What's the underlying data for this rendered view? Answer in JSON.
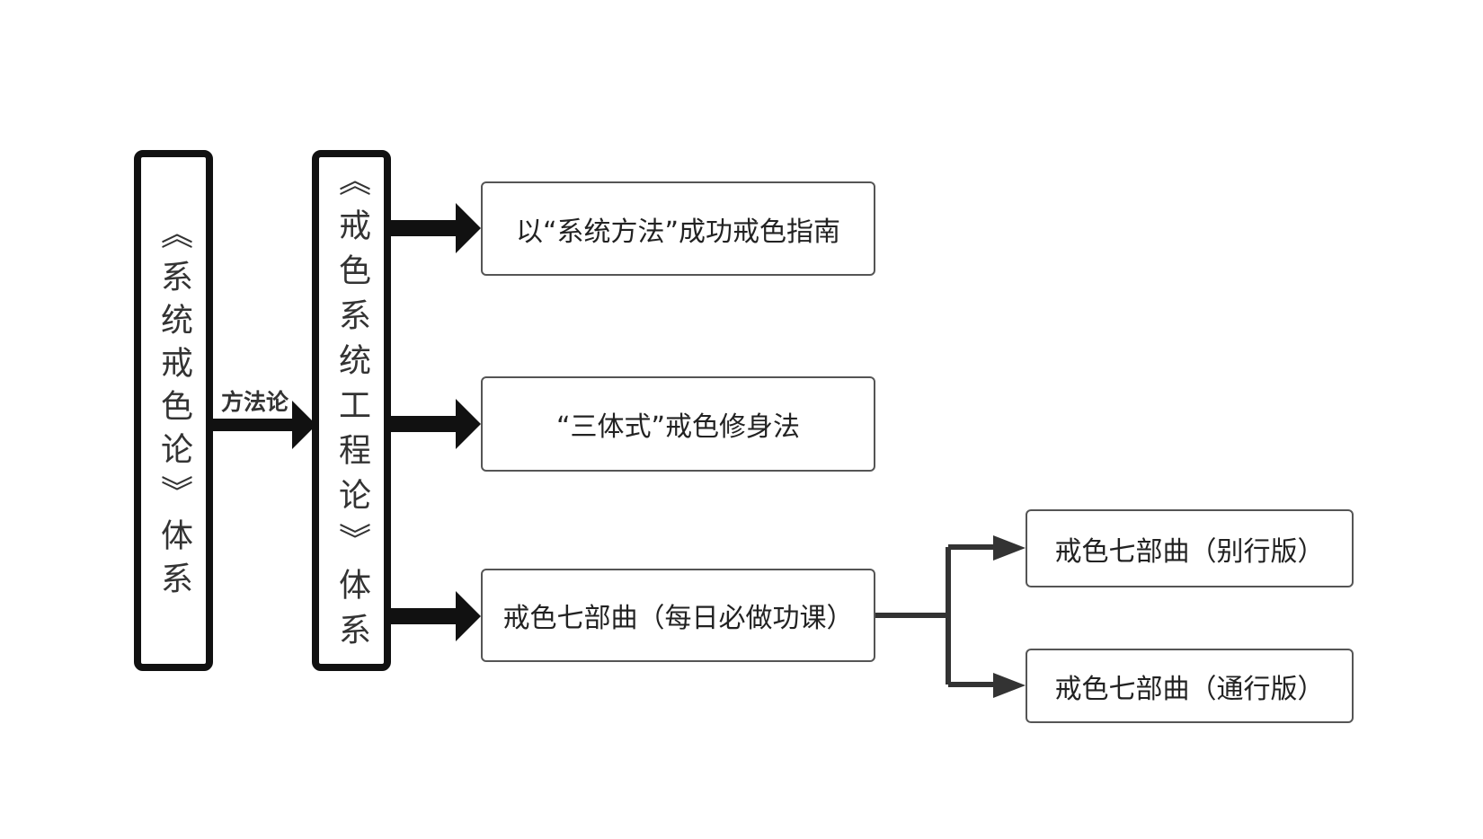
{
  "diagram": {
    "system_box": {
      "text": "《系统戒色论》体系"
    },
    "engineering_box": {
      "text": "《戒色系统工程论》体系"
    },
    "edge_label": "方法论",
    "nodes": {
      "guide": "以“系统方法”成功戒色指南",
      "three_body": "“三体式”戒色修身法",
      "seven_daily": "戒色七部曲（每日必做功课）",
      "seven_separate": "戒色七部曲（别行版）",
      "seven_common": "戒色七部曲（通行版）"
    }
  },
  "colors": {
    "box_border": "#111111",
    "node_border": "#555555",
    "arrow": "#111111",
    "connector": "#333333"
  }
}
